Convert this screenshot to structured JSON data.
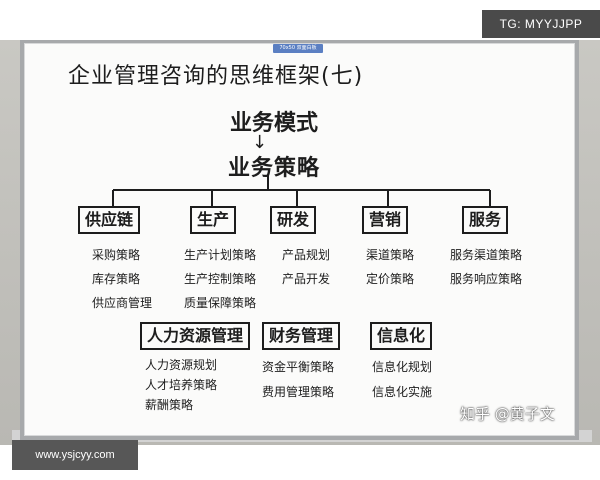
{
  "watermarks": {
    "tg": "TG: MYYJJPP",
    "url": "www.ysjcyy.com",
    "zhihu": "知乎 @黄子文"
  },
  "board": {
    "brand": "70x50 双面白板",
    "title": "企业管理咨询的思维框架(七)",
    "model": "业务模式",
    "arrow": "↓",
    "strategy": "业务策略"
  },
  "categories": [
    {
      "label": "供应链",
      "items": [
        "采购策略",
        "库存策略",
        "供应商管理"
      ]
    },
    {
      "label": "生产",
      "items": [
        "生产计划策略",
        "生产控制策略",
        "质量保障策略"
      ]
    },
    {
      "label": "研发",
      "items": [
        "产品规划",
        "产品开发"
      ]
    },
    {
      "label": "营销",
      "items": [
        "渠道策略",
        "定价策略"
      ]
    },
    {
      "label": "服务",
      "items": [
        "服务渠道策略",
        "服务响应策略"
      ]
    },
    {
      "label": "人力资源管理",
      "items": [
        "人力资源规划",
        "人才培养策略",
        "薪酬策略"
      ]
    },
    {
      "label": "财务管理",
      "items": [
        "资金平衡策略",
        "费用管理策略"
      ]
    },
    {
      "label": "信息化",
      "items": [
        "信息化规划",
        "信息化实施"
      ]
    }
  ]
}
